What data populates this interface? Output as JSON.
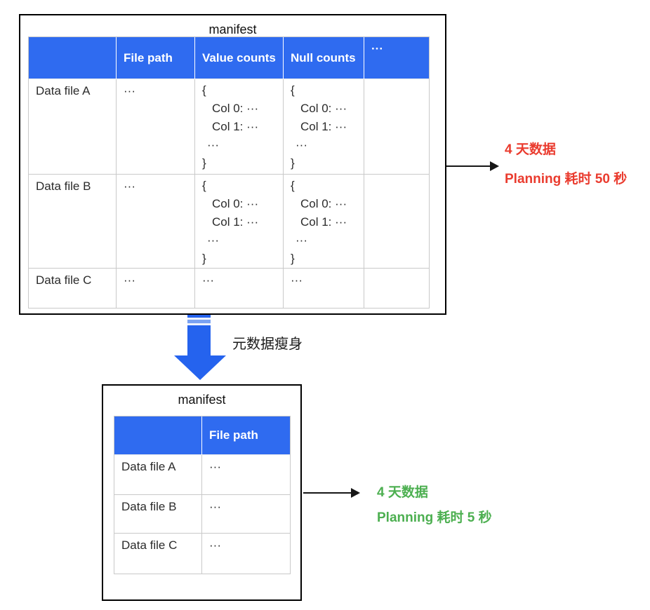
{
  "colors": {
    "header-blue": "#2F6BF0",
    "arrow-blue": "#2563EE",
    "annotation-red": "#EA3B2E",
    "annotation-green": "#4CAF50"
  },
  "top_table": {
    "title": "manifest",
    "headers": [
      "",
      "File path",
      "Value counts",
      "Null counts",
      "···"
    ],
    "rows": [
      {
        "label": "Data file A",
        "file_path": "···",
        "value_counts": [
          "{",
          "Col 0: ···",
          "Col 1: ···",
          "···",
          "}"
        ],
        "null_counts": [
          "{",
          "Col 0: ···",
          "Col 1: ···",
          "···",
          "}"
        ],
        "more": ""
      },
      {
        "label": "Data file B",
        "file_path": "···",
        "value_counts": [
          "{",
          "Col 0: ···",
          "Col 1: ···",
          "···",
          "}"
        ],
        "null_counts": [
          "{",
          "Col 0: ···",
          "Col 1: ···",
          "···",
          "}"
        ],
        "more": ""
      },
      {
        "label": "Data file C",
        "file_path": "···",
        "value_counts": "···",
        "null_counts": "···",
        "more": ""
      }
    ]
  },
  "top_annotation": {
    "line1": "4 天数据",
    "line2": "Planning 耗时 50 秒"
  },
  "transform": {
    "label": "元数据瘦身"
  },
  "bottom_table": {
    "title": "manifest",
    "headers": [
      "",
      "File path"
    ],
    "rows": [
      {
        "label": "Data file A",
        "file_path": "···"
      },
      {
        "label": "Data file B",
        "file_path": "···"
      },
      {
        "label": "Data file C",
        "file_path": "···"
      }
    ]
  },
  "bottom_annotation": {
    "line1": "4 天数据",
    "line2": "Planning 耗时 5 秒"
  }
}
